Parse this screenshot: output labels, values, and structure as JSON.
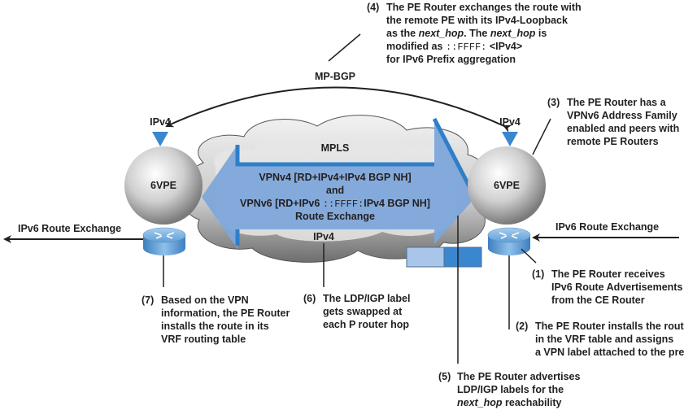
{
  "colors": {
    "arrow_fill": "#7ea7da",
    "arrow_edge": "#2f7fc8",
    "triangle": "#3a86cf",
    "label_light": "#a9c6ea",
    "label_dark": "#3a86cf",
    "text": "#231f20"
  },
  "top": {
    "protocol_label": "MP-BGP"
  },
  "left_pe": {
    "transport_label": "IPv4",
    "node_label": "6VPE",
    "exchange_label": "IPv6 Route Exchange"
  },
  "right_pe": {
    "transport_label": "IPv4",
    "node_label": "6VPE",
    "exchange_label": "IPv6 Route Exchange"
  },
  "cloud": {
    "top_label": "MPLS",
    "bottom_label": "IPv4",
    "arrow_lines": {
      "line1": "VPNv4 [RD+IPv4+IPv4 BGP NH]",
      "line2": "and",
      "line3_a": "VPNv6 [RD+IPv6 ",
      "line3_mono": "::FFFF:",
      "line3_b": "IPv4 BGP NH]",
      "line4": "Route Exchange"
    }
  },
  "annotations": {
    "step1": {
      "num": "(1)",
      "lines": [
        "The PE Router receives",
        "IPv6 Route Advertisements",
        "from the CE Router"
      ]
    },
    "step2": {
      "num": "(2)",
      "lines": [
        "The PE Router installs the route",
        "in the VRF table and assigns",
        "a VPN label attached to the prefix"
      ]
    },
    "step3": {
      "num": "(3)",
      "lines": [
        "The PE Router has a",
        "VPNv6 Address Family",
        "enabled and peers with",
        "remote PE Routers"
      ]
    },
    "step4": {
      "num": "(4)",
      "line1": "The PE Router exchanges the route with",
      "line2": "the remote PE with its IPv4-Loopback",
      "line3_a": "as the ",
      "line3_it1": "next_hop",
      "line3_b": ". The ",
      "line3_it2": "next_hop",
      "line3_c": " is",
      "line4_a": "modified as ",
      "line4_mono": "::FFFF:",
      "line4_b": " <IPv4>",
      "line5": "for IPv6 Prefix aggregation"
    },
    "step5": {
      "num": "(5)",
      "line1": "The PE Router advertises",
      "line2": "LDP/IGP labels for the",
      "line3_it": "next_hop",
      "line3_b": " reachability"
    },
    "step6": {
      "num": "(6)",
      "lines": [
        "The LDP/IGP label",
        "gets swapped at",
        "each P router hop"
      ]
    },
    "step7": {
      "num": "(7)",
      "lines": [
        "Based on the VPN",
        "information, the PE Router",
        "installs the route in its",
        "VRF routing table"
      ]
    }
  }
}
